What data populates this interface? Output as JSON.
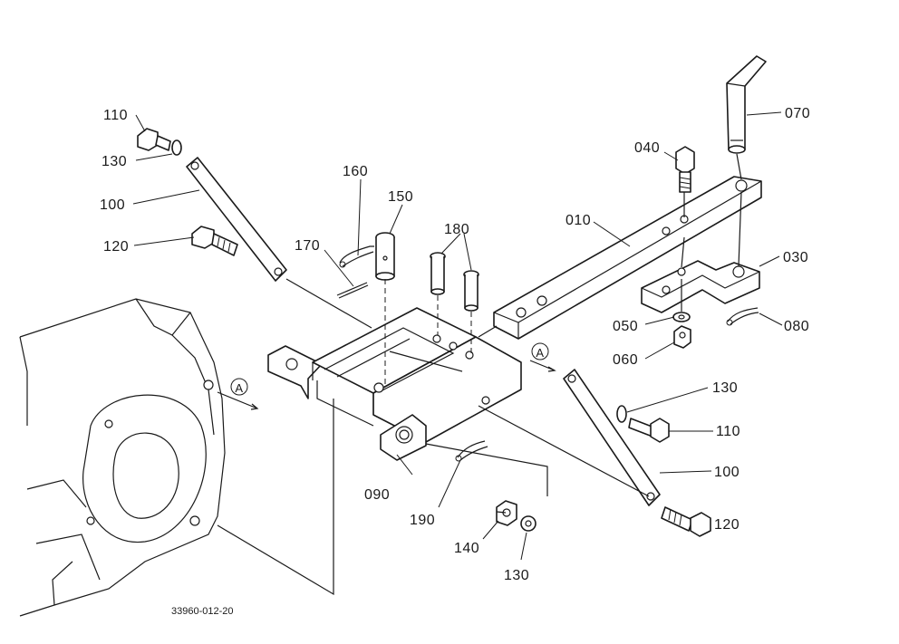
{
  "diagram": {
    "drawing_number": "33960-012-20",
    "view_marker": "A",
    "part_labels": {
      "p010": "010",
      "p030": "030",
      "p040": "040",
      "p050": "050",
      "p060": "060",
      "p070": "070",
      "p080": "080",
      "p090": "090",
      "p100": "100",
      "p110": "110",
      "p120": "120",
      "p130": "130",
      "p140": "140",
      "p150": "150",
      "p160": "160",
      "p170": "170",
      "p180": "180",
      "p190": "190"
    }
  }
}
